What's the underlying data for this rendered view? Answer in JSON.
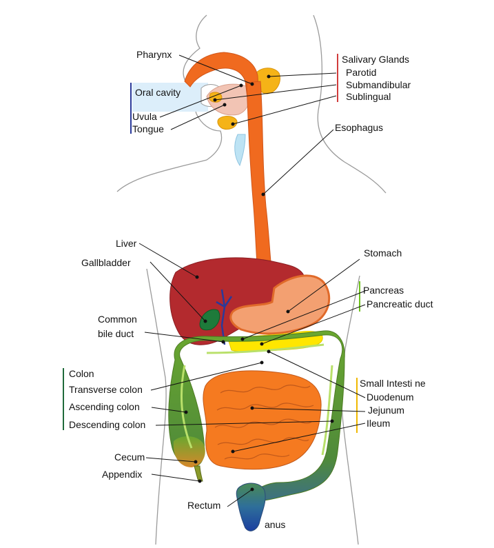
{
  "groups": {
    "salivary": {
      "title": "Salivary Glands",
      "color": "#d13b3b"
    },
    "oral": {
      "title": "Oral cavity",
      "color": "#2a3a9a",
      "bg": "#dceefa"
    },
    "pancreas": {
      "title": "Pancreas",
      "color": "#6fc21e"
    },
    "colon": {
      "title": "Colon",
      "color": "#5a8a1a"
    },
    "small_intestine": {
      "title": "Small Intesti ne",
      "color": "#f0b800"
    }
  },
  "labels": {
    "pharynx": "Pharynx",
    "parotid": "Parotid",
    "submandibular": "Submandibular",
    "sublingual": "Sublingual",
    "uvula": "Uvula",
    "tongue": "Tongue",
    "esophagus": "Esophagus",
    "liver": "Liver",
    "gallbladder": "Gallbladder",
    "stomach": "Stomach",
    "pancreatic_duct": "Pancreatic duct",
    "common_bile_duct_1": "Common",
    "common_bile_duct_2": "bile duct",
    "transverse_colon": "Transverse colon",
    "ascending_colon": "Ascending colon",
    "descending_colon": "Descending colon",
    "duodenum": "Duodenum",
    "jejunum": "Jejunum",
    "ileum": "Ileum",
    "cecum": "Cecum",
    "appendix": "Appendix",
    "rectum": "Rectum",
    "anus": "anus"
  },
  "organ_colors": {
    "esophagus": "#f06a1f",
    "liver": "#b32a2e",
    "stomach": "#f3a071",
    "gallbladder": "#1e7a3a",
    "pancreas": "#ffe600",
    "colon": "#5f9c2c",
    "small_intestine": "#f57a20",
    "rectum": "#3a6a8c",
    "anus": "#1b3fa0"
  }
}
